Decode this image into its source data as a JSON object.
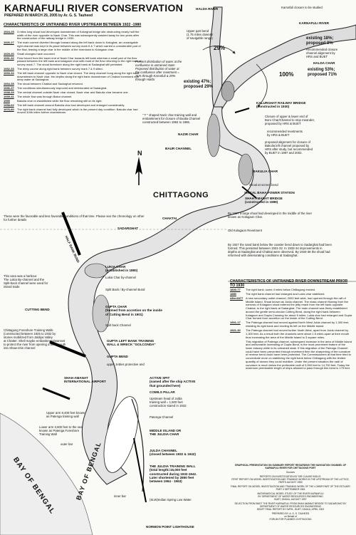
{
  "title": "KARNAFULI RIVER CONSERVATION",
  "prepared": "PREPARED IN MARCH 29, 2005 by Ar. G. S. Tauheed",
  "upstream": {
    "header": "CHARACTERISTICS OF UNTRAINED RIVER UPSTREAM BETWEEN 1922 -1980",
    "events": [
      {
        "year": "1924-25",
        "text": "3 miles long shoal had developed downstream of Kalurghat bridge site obstructing nearly half the width of the river opposite to Nazir Char. This was subsequently washed away for two years after the construction of the railway bridge in 1930."
      },
      {
        "year": "1926-27",
        "text": "The main current diverted through forward along the left bank down to Kalughat, an unnavigable right channel was kept in its place between survey mark 6 & 7 which carried a considerable part of the flow, leaving a large char in the middle of the riverdown to Kolagaon char."
      },
      {
        "year": "1929-30",
        "text": "Small changes have occurred"
      },
      {
        "year": "1931-32",
        "text": "Flow forced from the lower end of Nazir Char towards left bank whereas a small part of the flow passed between the left bank and kolagaon char with most of the flow returning to the right bank at survey mark 7. The shoal foreshore along the right bank at Sadarghat still persisted."
      },
      {
        "year": "1932-33",
        "text": "The deep course along right bank between survey mark 7 & 9 silted."
      },
      {
        "year": "1933-34",
        "text": "The left bank channel opposite to Nazir char closed. The deep channel hung along the right bank downstream to Nazir char, the depths along the right bank downstream of Chaktai increased with deep water at Sadarghat."
      },
      {
        "year": "1934-35",
        "text": "The shoal between Chaktai and Sadarghat returned."
      },
      {
        "year": "1936-37",
        "text": "The conditions simultaneously improved and deteriorated at Sadarghat."
      },
      {
        "year": "1938-39",
        "text": "The central channel outside Nazir char closed. Nazir char and Bakulia char became one."
      },
      {
        "year": "1939-41",
        "text": "The whole flow was through Bakur channel."
      },
      {
        "year": "1950",
        "text": "Bakulia char re-established while the flow remaining still on its right."
      },
      {
        "year": "1958-62",
        "text": "The left bank channel around Bakulia char had developed and enlarged considerably."
      },
      {
        "year": "1976-80",
        "text": "The right bank channel had fully developed which is the present day condition. Bakulia char had moved 3/4th miles further downstream."
      }
    ],
    "note": "These were the favorable and less favorable conditions of that time. Please see the chronology on other for further details"
  },
  "downstream": {
    "header": "CHARACTERISTICS OF UNTRAINED RIVER DOWNSTREAM PRIOR TO 1930",
    "events": [
      {
        "year": "1840-77",
        "text": "The right bank, some 4 miles below Chittagong eroded."
      },
      {
        "year": "1880",
        "text": "The right bank channel had enlarged and Lukia char stabilized."
      },
      {
        "year": "After1877",
        "text": "A new secondary outlet channel, 2000 feet wide, had opened through the raft of Middle Island. Shoal known as Julda channel. The mass channel flowing from the narrows of Kolagaon shoal entered the jetty reach from the left bank opposite Chaktai, to the right bank at Sadarghat. The main channel was firmly established around the gentle semi-circular Cutting Bend, along the right bank between Kolagaon and Gupta Crossing for about 5 miles. Lukia char had enlarged and Gupta Char formed from accretion on the inside of the Cutting Bend."
      },
      {
        "year": "1901-17",
        "text": "The Patenga channel had moved against North West Julda channel by 1,300 feet, resisting its right bank and eroding its left on the Middle island."
      },
      {
        "year": "1921-30",
        "text": "The Patenga channel had moved further North West, apart from Julda channel by 1,300 feet. As a result both the channels were about 1.5 miles apart at their mouth thus increasing the area of the Middle Island to 3 square miles."
      },
      {
        "year": "",
        "text": "This migration of Patenga channel, subsequent increase in the area of Middle Island and unfavorable increasing of Gupta Bend, is the most prominent feature of the lower estuary while in its untrained state. If this migration of the Patenga Channel could have been prevented through revetment then the sharpening of the curvature of reverse bend could have been protected. The Commissioners at that time tried to concentrate more on stabilizing the right bank below Chittagong with the limited quantity of stones they could mobilize. Under the present situation the radii of curvature is much below the preferable radii of 9,500 feet to 14,700 feet. Today the maximum permissible length of ships allowed to pass through this bend is 175 feet."
      }
    ]
  },
  "places": {
    "city": "CHITTAGONG",
    "halda_top": "HALDA RIVER",
    "karnafuli": "KARNAFULI RIVER",
    "karnafuli_closure": "Karnafuli closure to be studied",
    "upper_bend": "Upper part bend\n(1.75 miles downstr\nof navigable range)",
    "pct_29": "29%",
    "pct_100": "100%",
    "halda_char": "HALDA CHAR",
    "existing_18": "existing 18%;\nproposed 0%",
    "recommend_closure": "Recommended closure\nchannel alignment by\nHRS and BUET",
    "existing_53": "existing 53%;\nproposed 71%",
    "existing_47": "existing 47%;\nproposed 29%",
    "present_distribution": "Present distribution of water at the\nconfluence in untrained state:\nProposed distribution of water at\nthe confluence after revetment =\n71% through Karnafuli & 29%\nthrough Halda",
    "kalurghat": "KALURGHAT RAILWAY BRIDGE\n(constructed in 1930)",
    "closure_upper": "Closure of upper & lower end of\nBoro Char/Channel to stop meander,\nproposed by HRS & BUET",
    "recommended_revetment_1": "recommended revetments\nby HRS & BUET",
    "proposed_alignment": "proposed alignment for closure of\nBakulia left channel proposed by\nHRS after study, but recommended\nby BUET in 1997 and 2002.",
    "t_shaped": "\" T \" shaped Nazir char training wall and\nembankment for closure of Boalia Channel\nconstructed between 1984 to 1986.",
    "nazir_char": "NAZIR CHAR",
    "baur_channel": "BAUR CHANNEL",
    "bakulia_char": "BAKULIA CHAR",
    "shoal_screen": "Shoal at screen bend",
    "shikal_baha": "SHIKAL BAHA POWER STATION",
    "shah_amanat_bridge": "SHAH AMANAT BRIDGE\n(constructed in 1989)",
    "chaktai": "CHAKTAI",
    "sadarghat": "SADARGHAT",
    "kolagaon_note": "By 1927 a large shoal had developed in the middle of the river\nknown as Kolagaon Char.",
    "old_kolagaon": "Old Kolagaon Revetment",
    "left_bank_note": "By 1927 the sand bank below the coaster bend down to Sadarghat had been\nformed. This persisted between 1931-32. In 1933-34 improvements in\ndepths at Sadarghat and Chaktai were observed. By 1934-36 the shoal had\nreformed with deteriorating conditions at Sadarghat.",
    "lukia_char": "LUKIA CHAR\n(established in 1880)",
    "lukia_bay": "Lukia Char by-channel",
    "spilt_back": "Spilt Back / By-channel Bund",
    "gupta_char": "GUPTA CHAR\n(formed from accretion on the inside\nof Cutting Bend in 1901)",
    "spilt_back_channel": "Spilt back Channel",
    "gupta_left_bank": "GUPTA LEFT BANK TRAINING\nWALL & WRECK \"GOLCONDA\"",
    "gupta_bend": "GUPTA BEND",
    "upper_jetties": "upper Jetties protective and",
    "cutting_bend": "CUTTING BEND",
    "harbour_note": "This area was a harbour.\nThe Lukia By-channel and the\nSplit-back channel were used for\ninland trade",
    "shah_amanat_airport": "SHAH AMANAT\nINTERNATIONAL AIRPORT",
    "active_spit": "ACTIVE SPIT\n(named after the ship ACTIVE\nthat grounded here)",
    "comils_pillar": "COMILS PILLAR",
    "julda_head": "Upstream head of Julda\ntraining wall = 1,500 feet\nconstruction stared in 1932",
    "patenga_channel": "Patenga Channel",
    "middle_island": "MIDDLE ISLAND OR\nTHE JULDIA CHAR",
    "julda_channel": "JULDA CHANNEL\n(closed between 1932 & 1942)",
    "julda_training": "THE JULDIA TRAINING WALL\n(total length=15,000 feet\nconstructed during 1932-1942.\nLater shortened by 2850 feet\nbetween 1954 - 1963)",
    "slw": "(SLW)Indian Spring Low Water",
    "normon_point": "NORMON POINT LIGHTHOUSE",
    "bay_of_bengal": "BAY OF BENGAL",
    "bay_of_bengal_2": "BAY OF BENGAL",
    "training_arm": "Upper arm 8,400 feet known\nas Patenga training wall",
    "lower_arm": "Lower arm 3,600 feet to the sea\nknown as Patenga Foreshore\nTraining Wall",
    "outer_bar": "outer bar",
    "inner_bar": "inner bar",
    "chittagong_foreshore": "Chittagong Foreshore Training Walls\n(constructed between 1925 to 1932 by\nstones mobilized from Jaldiya Valley\nat Chatter. Shell maybe embankment/warrant\nto protect the river from opening a third mouth\ninto Shaw-shin channel",
    "half_bank_bund": "HALF BANK BUND"
  },
  "references": [
    {
      "text": "GRAPHICAL PRESENTATION ON SUMMARY REPORT REGARDING THE NAVIGATION CHANNEL OF KARNAFULI RIVER FOR CHITTAGONG PORT",
      "bold": true
    },
    {
      "text": "Sources",
      "bold": false
    },
    {
      "text": "REPORTS ON INVESTIGATION BY SIR CLAUDE INGLIS.\nFIRST REPORT ON MODEL INVESTIGATION AND TRAINING WORKS IN THE UPSTREAM OF THE LATTICE, PARTS AUGUST 1960",
      "bold": false
    },
    {
      "text": "FINAL REPORT ON MODEL INVESTIGATION AND TRAINING WORK OF THE LOWER PART OF THE ESTUARY PART II SEPTEMBER 1963",
      "bold": false
    },
    {
      "text": "MATHEMATICAL MODEL STUDY OF THE RIVER KARNAFULI\nBY DEPARTMENT OF WATER RESOURCES ENGINEERING\nBUET, DHAKA, AUGUST 1997",
      "bold": false
    },
    {
      "text": "SELECTION FROM BUET THE RIVER KARNAFULI FROM SHAH AMANAT BRIDGE TO SADARGHAT BY DEPARTMENT OF WATER RESOURCES ENGINEERING\nDRAFT FINAL REPORT BY IWFM - BUET, DHAKA, APRIL 2002",
      "bold": false
    },
    {
      "text": "PREPARED BY: A. G. S. TAUHEED\non Behalf of\nFORUM FOR PLANNED CHITTAGONG",
      "bold": false
    }
  ],
  "north": "N"
}
